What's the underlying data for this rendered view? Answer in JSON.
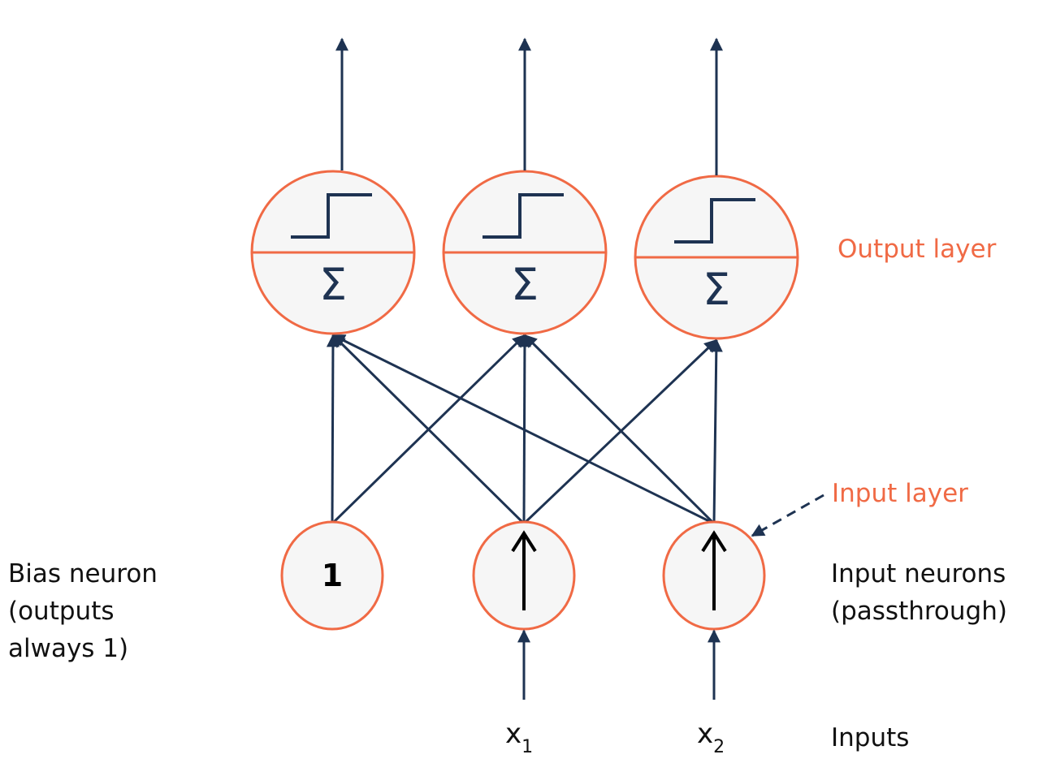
{
  "colors": {
    "accent": "#f06a45",
    "edge": "#1e3352",
    "node_fill": "#f6f6f6",
    "text": "#111111"
  },
  "layers": {
    "output": {
      "label": "Output layer",
      "neurons": [
        {
          "id": "o1",
          "activation_icon": "step-function-icon",
          "sum_symbol": "Σ"
        },
        {
          "id": "o2",
          "activation_icon": "step-function-icon",
          "sum_symbol": "Σ"
        },
        {
          "id": "o3",
          "activation_icon": "step-function-icon",
          "sum_symbol": "Σ"
        }
      ]
    },
    "input": {
      "label": "Input layer",
      "neurons": [
        {
          "id": "bias",
          "content": "1"
        },
        {
          "id": "i1",
          "content": "↑"
        },
        {
          "id": "i2",
          "content": "↑"
        }
      ]
    }
  },
  "connections": [
    {
      "from": "bias",
      "to": "o1"
    },
    {
      "from": "bias",
      "to": "o2"
    },
    {
      "from": "i1",
      "to": "o1"
    },
    {
      "from": "i1",
      "to": "o2"
    },
    {
      "from": "i1",
      "to": "o3"
    },
    {
      "from": "i2",
      "to": "o1"
    },
    {
      "from": "i2",
      "to": "o2"
    },
    {
      "from": "i2",
      "to": "o3"
    }
  ],
  "annotations": {
    "bias_neuron": [
      "Bias neuron",
      "(outputs",
      "always 1)"
    ],
    "input_neurons": [
      "Input neurons",
      "(passthrough)"
    ],
    "inputs": "Inputs"
  },
  "inputs": [
    {
      "base": "x",
      "sub": "1"
    },
    {
      "base": "x",
      "sub": "2"
    }
  ]
}
